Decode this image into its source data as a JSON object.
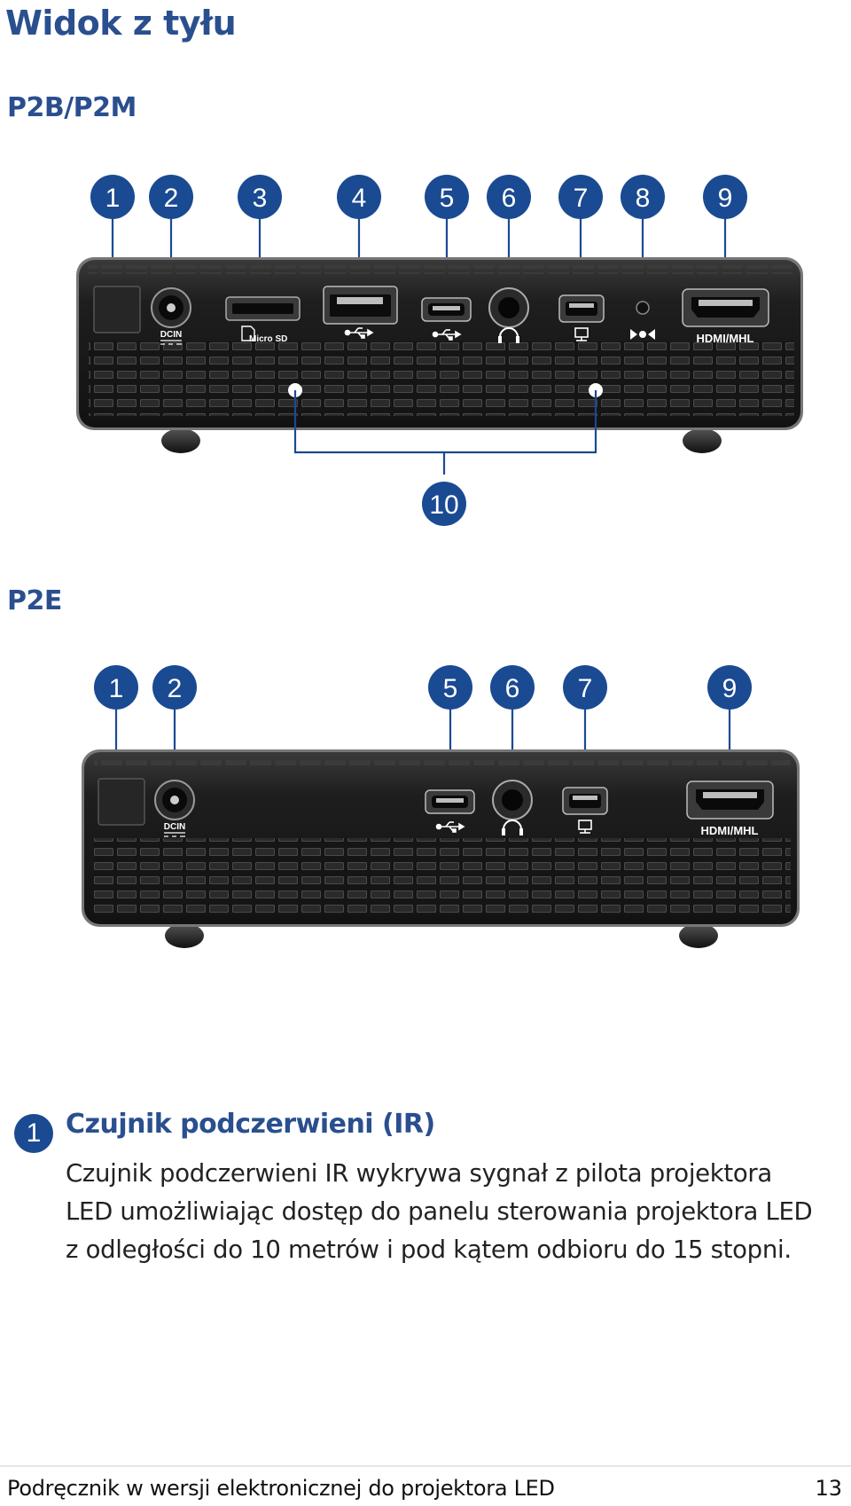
{
  "page": {
    "title": "Widok z tyłu",
    "page_number": "13",
    "footer": "Podręcznik w wersji elektronicznej do projektora LED"
  },
  "sections": [
    {
      "model": "P2B/P2M",
      "callouts": [
        "1",
        "2",
        "3",
        "4",
        "5",
        "6",
        "7",
        "8",
        "9"
      ],
      "bottom_callout": "10",
      "port_labels": {
        "dcin": "DCIN",
        "microsd": "Micro SD",
        "hdmi": "HDMI/MHL"
      }
    },
    {
      "model": "P2E",
      "callouts": [
        "1",
        "2",
        "5",
        "6",
        "7",
        "9"
      ],
      "port_labels": {
        "dcin": "DCIN",
        "hdmi": "HDMI/MHL"
      }
    }
  ],
  "description": {
    "number": "1",
    "title": "Czujnik podczerwieni (IR)",
    "lines": [
      "Czujnik podczerwieni IR wykrywa sygnał z pilota projektora",
      "LED umożliwiając dostęp do panelu sterowania projektora LED",
      "z odległości do 10 metrów i pod kątem odbioru do 15 stopni."
    ]
  },
  "colors": {
    "heading": "#2a4f8f",
    "badge": "#1a4a92",
    "device_body": "#1b1b1b",
    "callout_line": "#1a4a92"
  },
  "icons": [
    "usb-icon",
    "headphone-icon",
    "monitor-icon",
    "ir-sensor-icon",
    "microsd-icon",
    "dc-icon"
  ]
}
